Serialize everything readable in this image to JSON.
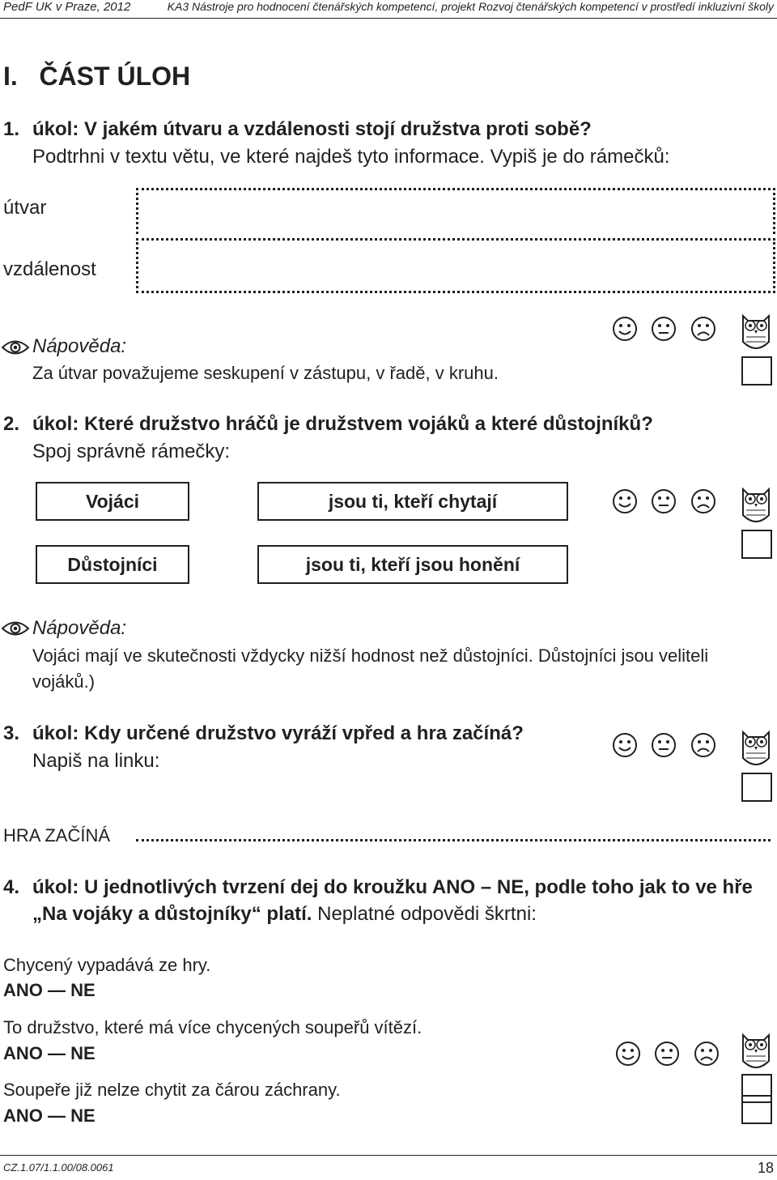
{
  "header": {
    "left": "PedF UK v Praze, 2012",
    "right": "KA3 Nástroje pro hodnocení čtenářských kompetencí, projekt Rozvoj čtenářských kompetencí v prostředí inkluzivní školy"
  },
  "section_title": "I.   ČÁST ÚLOH",
  "task1": {
    "number": "1.",
    "title": "úkol: V jakém útvaru a vzdálenosti stojí družstva proti sobě?",
    "instruction": "Podtrhni v textu větu, ve které najdeš tyto informace. Vypiš je do rámečků:",
    "label_formation": "útvar",
    "label_distance": "vzdálenost"
  },
  "hint1": {
    "label": "Nápověda:",
    "text": "Za útvar považujeme seskupení v zástupu, v řadě, v kruhu."
  },
  "task2": {
    "number": "2.",
    "title": "úkol: Které družstvo hráčů je družstvem vojáků a které důstojníků?",
    "instruction": "Spoj správně rámečky:",
    "boxes_left": [
      "Vojáci",
      "Důstojníci"
    ],
    "boxes_right": [
      "jsou ti, kteří chytají",
      "jsou ti, kteří jsou honění"
    ]
  },
  "hint2": {
    "label": "Nápověda:",
    "line1": "Vojáci mají ve skutečnosti vždycky nižší hodnost než důstojníci. Důstojníci jsou veliteli",
    "line2": "vojáků.)"
  },
  "task3": {
    "number": "3.",
    "title": "úkol: Kdy určené družstvo vyráží vpřed a hra začíná?",
    "instruction": "Napiš na linku:",
    "prefix": "HRA ZAČÍNÁ"
  },
  "task4": {
    "number": "4.",
    "title_line1": "úkol: U jednotlivých tvrzení dej do kroužku ANO – NE, podle toho jak to ve hře",
    "title_line2_bold": "„Na vojáky a důstojníky“ platí.",
    "title_line2_rest": " Neplatné odpovědi škrtni:",
    "statements": [
      {
        "text": "Chycený vypadává ze hry.",
        "answer": "ANO — NE"
      },
      {
        "text": "To družstvo, které má více chycených soupeřů vítězí.",
        "answer": "ANO — NE"
      },
      {
        "text": "Soupeře již nelze chytit za čárou záchrany.",
        "answer": "ANO — NE"
      }
    ]
  },
  "footer": {
    "code": "CZ.1.07/1.1.00/08.0061",
    "page": "18"
  }
}
